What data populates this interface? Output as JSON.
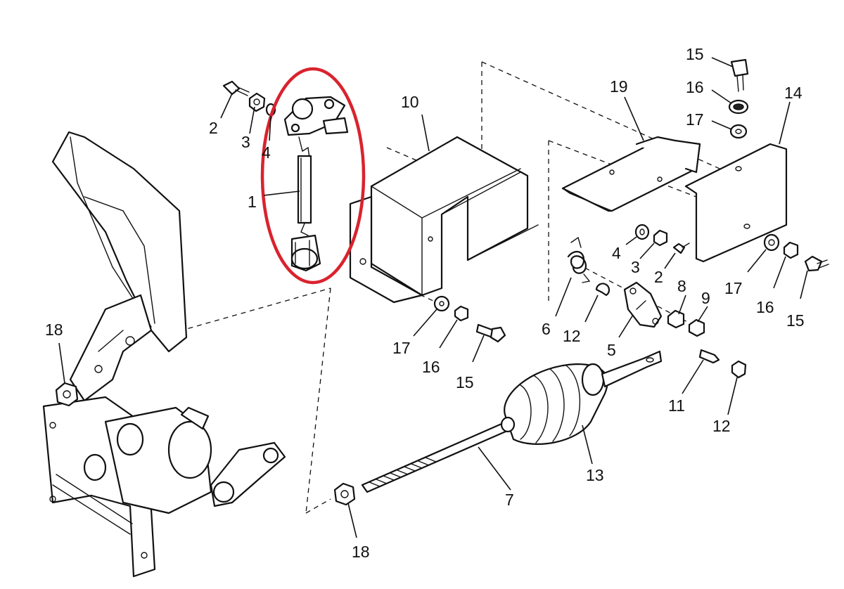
{
  "colors": {
    "line": "#111111",
    "background": "#ffffff",
    "highlight": "#d9232e"
  },
  "callouts": {
    "c1": "1",
    "c2a": "2",
    "c3a": "3",
    "c4a": "4",
    "c10": "10",
    "c19": "19",
    "c14": "14",
    "c15a": "15",
    "c16a": "16",
    "c17a": "17",
    "c4b": "4",
    "c3b": "3",
    "c2b": "2",
    "c17b": "17",
    "c16b": "16",
    "c15b": "15",
    "c8": "8",
    "c9": "9",
    "c6": "6",
    "c12a": "12",
    "c5": "5",
    "c17c": "17",
    "c16c": "16",
    "c15c": "15",
    "c11": "11",
    "c12b": "12",
    "c13": "13",
    "c7": "7",
    "c18a": "18",
    "c18b": "18"
  },
  "icons": {
    "pedal": "accelerator-pedal-assembly",
    "sensor": "position-sensor-icon",
    "bolt": "hex-bolt-icon",
    "nut": "hex-nut-icon",
    "washer": "washer-icon",
    "spring": "torsion-spring-icon",
    "boot": "bellows-boot-icon"
  }
}
